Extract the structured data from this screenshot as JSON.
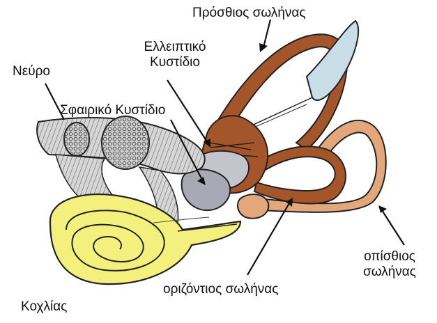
{
  "labels": {
    "anterior_canal": "Πρόσθιος σωλήνας",
    "utricle_line1": "Ελλειπτικό",
    "utricle_line2": "Κυστίδιο",
    "nerve": "Νεύρο",
    "saccule": "Σφαιρικό Κυστίδιο",
    "posterior_canal_line1": "οπίσθιος",
    "posterior_canal_line2": "σωλήνας",
    "horizontal_canal": "οριζόντιος σωλήνας",
    "cochlea": "Κοχλίας"
  },
  "colors": {
    "canal_dark": "#a5552a",
    "canal_light": "#e2a77b",
    "ampulla_pale": "#c8dde6",
    "cochlea_fill": "#f4f07e",
    "vestibule_gray": "#a9a9b6",
    "nerve_gray": "#8d8d8d",
    "outline": "#222222"
  }
}
